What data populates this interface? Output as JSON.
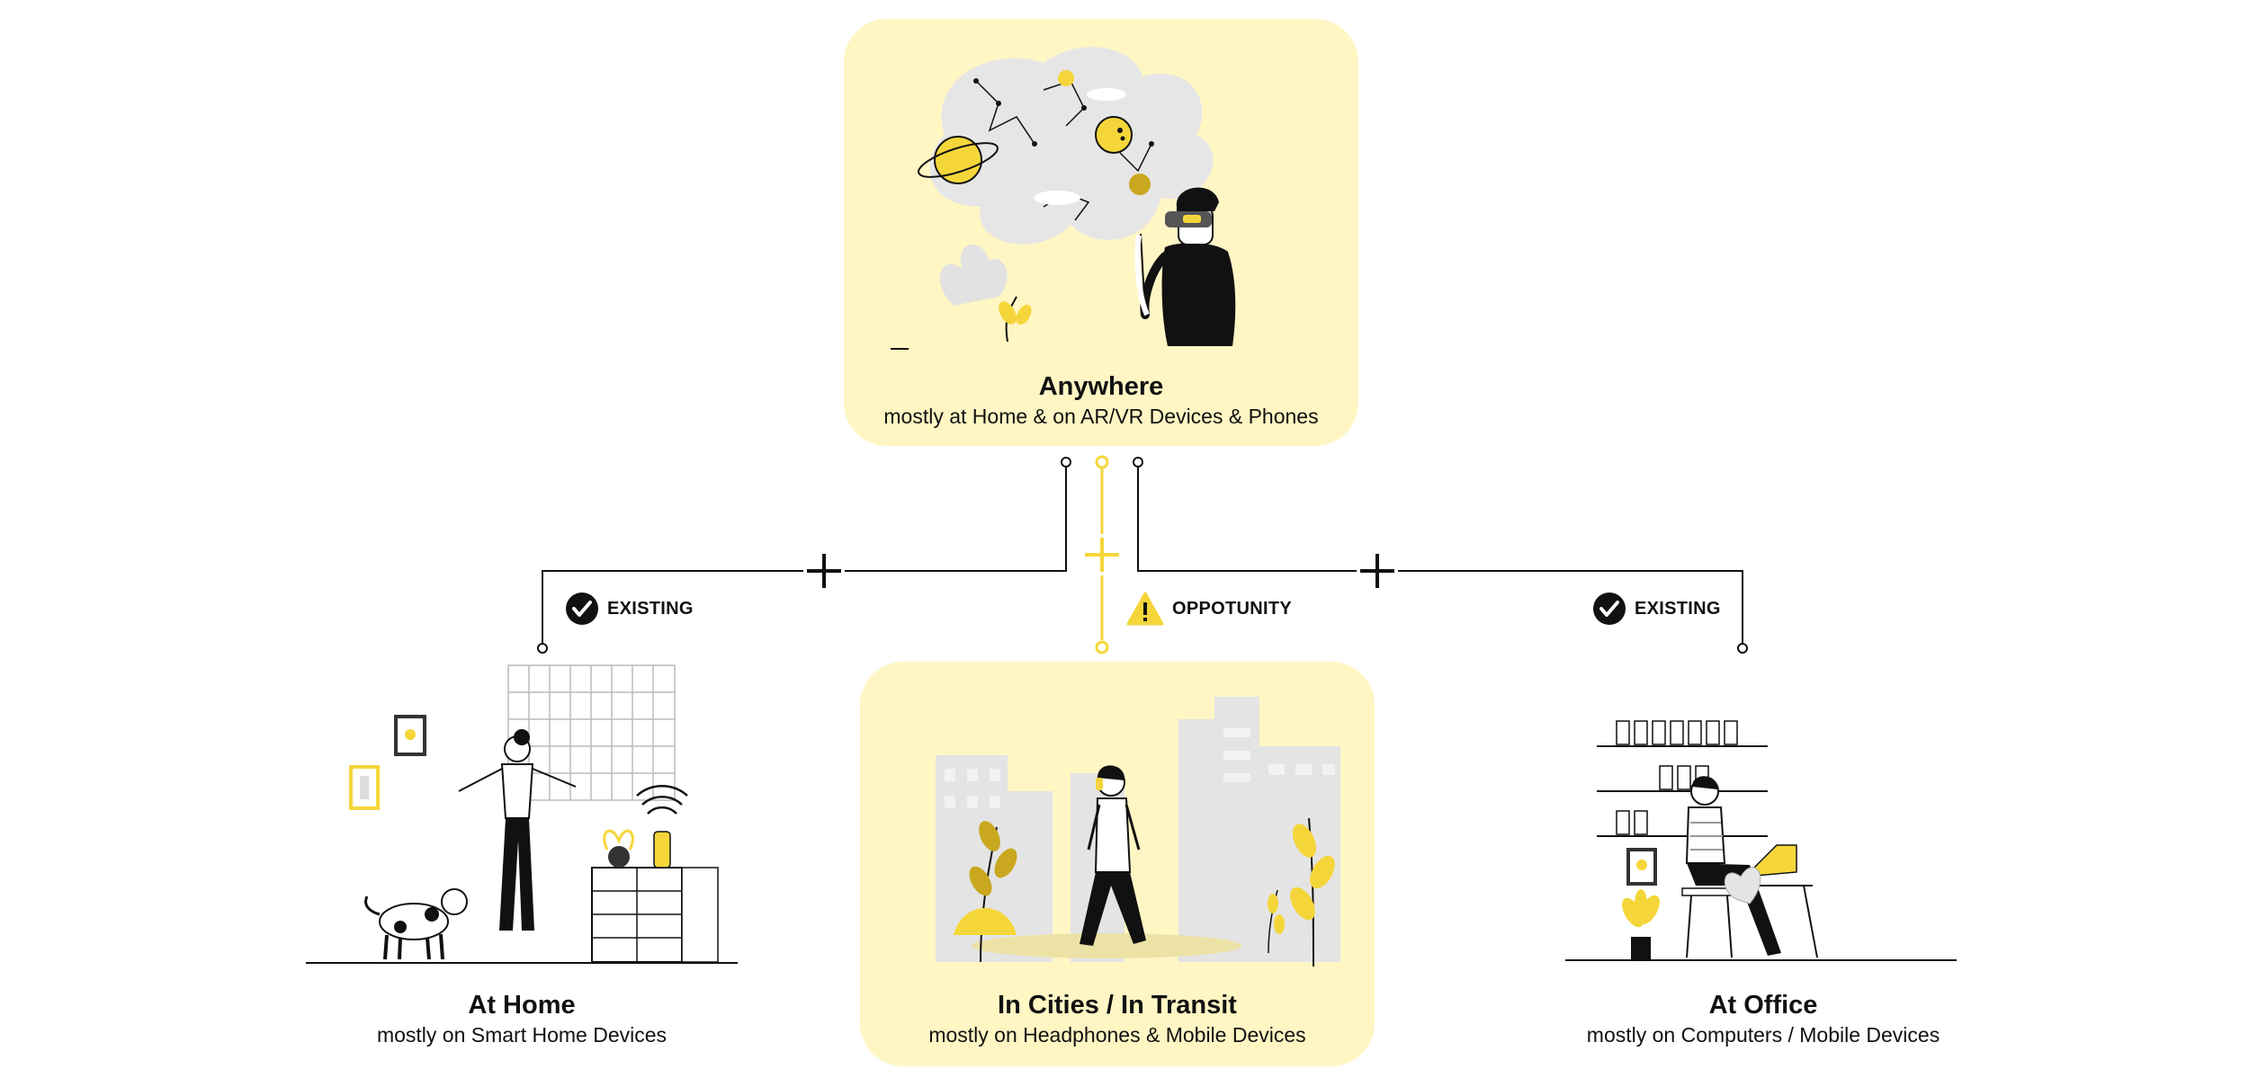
{
  "nodes": {
    "anywhere": {
      "title": "Anywhere",
      "subtitle": "mostly at Home & on AR/VR Devices & Phones"
    },
    "home": {
      "title": "At Home",
      "subtitle": "mostly on Smart Home Devices"
    },
    "cities": {
      "title": "In Cities / In Transit",
      "subtitle": "mostly on Headphones & Mobile Devices"
    },
    "office": {
      "title": "At Office",
      "subtitle": "mostly on Computers / Mobile Devices"
    }
  },
  "badges": {
    "home": {
      "label": "EXISTING",
      "icon": "check-circle-icon"
    },
    "cities": {
      "label": "OPPOTUNITY",
      "icon": "warning-triangle-icon"
    },
    "office": {
      "label": "EXISTING",
      "icon": "check-circle-icon"
    }
  },
  "colors": {
    "panel": "#fff6c4",
    "accent": "#f5d63a",
    "line": "#111111",
    "gray": "#e9e9e9"
  }
}
